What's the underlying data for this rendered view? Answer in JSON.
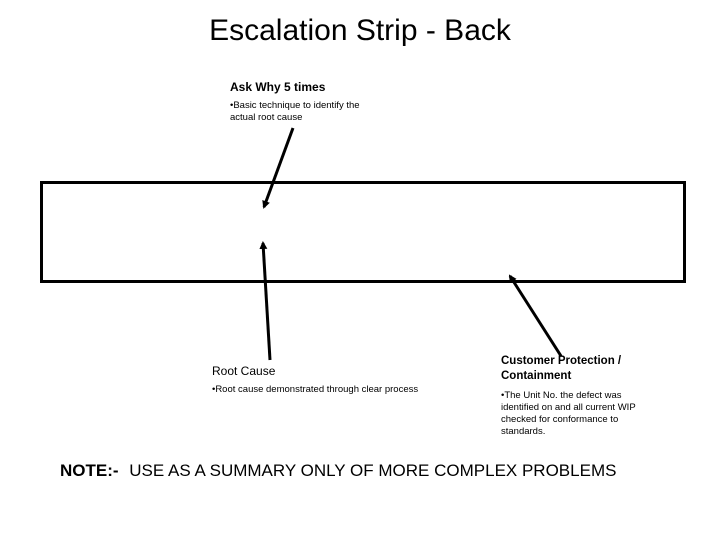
{
  "title": "Escalation Strip - Back",
  "ask_why": {
    "heading": "Ask Why 5 times",
    "body": "•Basic technique to identify the actual root cause"
  },
  "root_cause": {
    "heading": "Root Cause",
    "body": "•Root cause demonstrated through clear process"
  },
  "customer_protection": {
    "heading": "Customer Protection / Containment",
    "body": "•The Unit No. the defect was identified on and all current WIP checked for conformance to standards."
  },
  "note": {
    "label": "NOTE:-",
    "text": "USE AS A SUMMARY ONLY OF MORE COMPLEX PROBLEMS"
  }
}
